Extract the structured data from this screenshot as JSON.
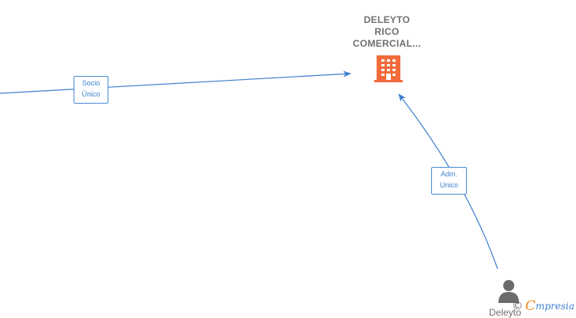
{
  "company": {
    "name_lines": [
      "DELEYTO",
      "RICO",
      "COMERCIAL..."
    ],
    "icon": "building-icon",
    "icon_color": "#f26b3a"
  },
  "person": {
    "name": "Deleyto",
    "icon": "person-icon",
    "icon_color": "#6b6b6b"
  },
  "edges": [
    {
      "from": "offscreen-left",
      "to": "company",
      "label_lines": [
        "Socio",
        "Único"
      ]
    },
    {
      "from": "person",
      "to": "company",
      "label_lines": [
        "Adm.",
        "Unico"
      ]
    }
  ],
  "edge_color": "#3d7fcf",
  "watermark": {
    "copyright": "©",
    "brand_first": "C",
    "brand_rest": "mpresia",
    "brand_color": "#f08a1c"
  }
}
